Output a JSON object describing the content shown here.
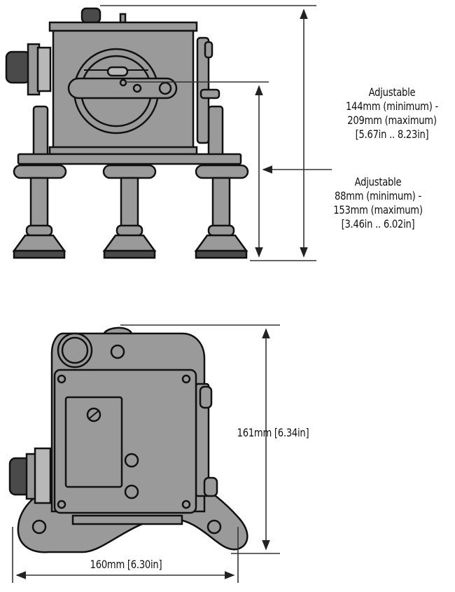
{
  "colors": {
    "body_fill": "#9a9a9a",
    "dark_fill": "#4a4a4a",
    "light_fill": "#b8b8b8",
    "stroke": "#111111",
    "dimension_line": "#333333"
  },
  "side_view": {
    "dim_outer": {
      "line1": "Adjustable",
      "line2": "144mm (minimum) -",
      "line3": "209mm (maximum)",
      "line4": "[5.67in .. 8.23in]"
    },
    "dim_inner": {
      "line1": "Adjustable",
      "line2": "88mm (minimum) -",
      "line3": "153mm (maximum)",
      "line4": "[3.46in .. 6.02in]"
    }
  },
  "top_view": {
    "dim_height": "161mm [6.34in]",
    "dim_width": "160mm [6.30in]"
  }
}
